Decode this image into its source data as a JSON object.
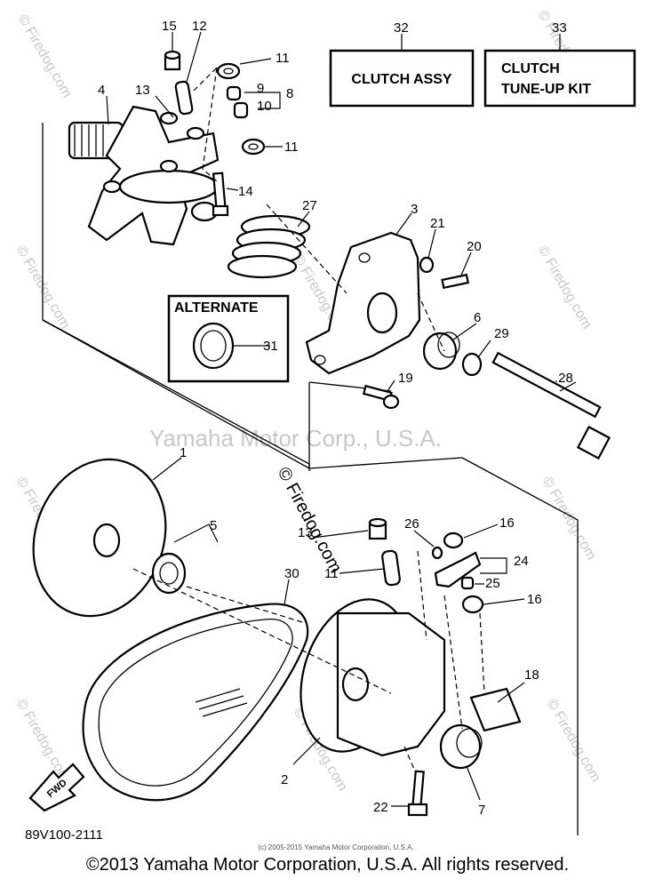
{
  "diagram_code": "89V100-2111",
  "watermark_center": "Yamaha Motor Corp., U.S.A.",
  "watermark_site": "© Firedog.com",
  "watermark_small": "© Firedog.com",
  "small_copyright": "(c) 2005-2015 Yamaha Motor Corporation, U.S.A.",
  "footer_copyright": "©2013 Yamaha Motor Corporation, U.S.A. All rights reserved.",
  "boxes": {
    "clutch_assy": "CLUTCH ASSY",
    "tune_up_line1": "CLUTCH",
    "tune_up_line2": "TUNE-UP KIT",
    "alternate": "ALTERNATE"
  },
  "fwd_label": "FWD",
  "callouts": {
    "c15": "15",
    "c12": "12",
    "c11a": "11",
    "c13a": "13",
    "c9": "9",
    "c8": "8",
    "c10": "10",
    "c11b": "11",
    "c4": "4",
    "c14": "14",
    "c27": "27",
    "c32": "32",
    "c33": "33",
    "c3": "3",
    "c21": "21",
    "c20": "20",
    "c31": "31",
    "c6": "6",
    "c29": "29",
    "c19": "19",
    "c28": ".28",
    "c1": "1",
    "c5": "5",
    "c13b": "13",
    "c26": "26",
    "c16a": "16",
    "c24": "24",
    "c11c": "11",
    "c25": "25",
    "c16b": "16",
    "c30": "30",
    "c18": "18",
    "c2": "2",
    "c22": "22",
    "c7": "7"
  }
}
